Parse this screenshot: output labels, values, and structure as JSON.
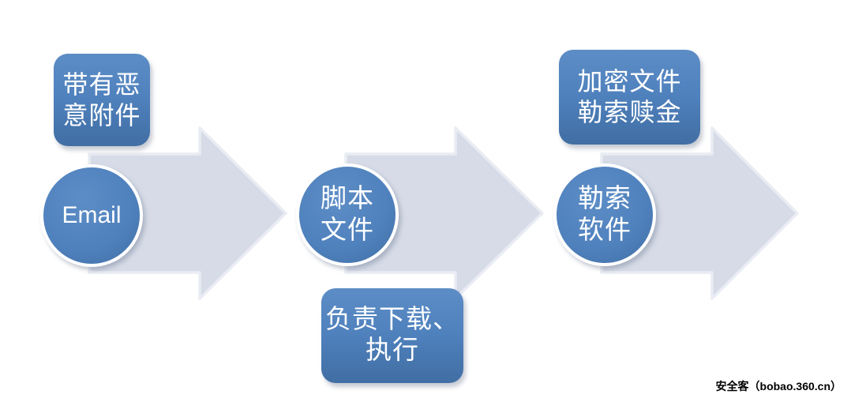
{
  "colors": {
    "background": "#ffffff",
    "node_fill": "#4f81bd",
    "node_fill_light": "#5d8dc6",
    "node_fill_dark": "#416ea3",
    "arrow_fill": "#d6dbe7",
    "arrow_stroke": "#e9ecf3",
    "label_text": "#ffffff",
    "watermark_text": "#000000"
  },
  "diagram": {
    "type": "process-flow",
    "direction": "left-to-right",
    "steps": [
      {
        "node": {
          "line1": "Email",
          "line2": ""
        },
        "note": {
          "line1": "带有恶",
          "line2": "意附件",
          "position": "top"
        }
      },
      {
        "node": {
          "line1": "脚本",
          "line2": "文件"
        },
        "note": {
          "line1": "负责下载、",
          "line2": "执行",
          "position": "bottom"
        }
      },
      {
        "node": {
          "line1": "勒索",
          "line2": "软件"
        },
        "note": {
          "line1": "加密文件",
          "line2": "勒索赎金",
          "position": "top"
        }
      }
    ]
  },
  "watermark": {
    "text": "安全客（bobao.360.cn）"
  }
}
